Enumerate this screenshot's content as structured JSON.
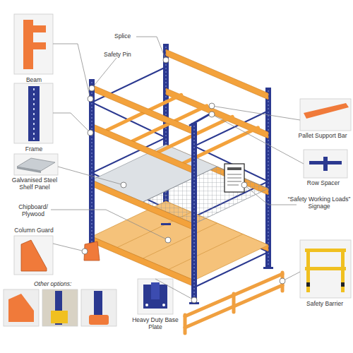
{
  "diagram": {
    "labels": [
      "Splice",
      "Safety Pin",
      "Beam",
      "Frame",
      "Galvanised Steel Shelf Panel",
      "Chipboard/ Plywood",
      "Column Guard",
      "Other options:",
      "Pallet Support Bar",
      "Row Spacer",
      "“Safety Working Loads” Signage",
      "Safety Barrier",
      "Heavy Duty Base Plate"
    ]
  }
}
